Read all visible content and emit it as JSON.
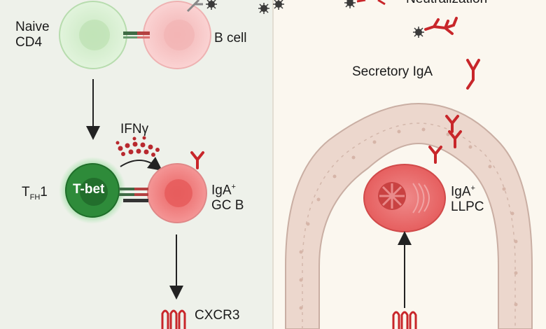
{
  "left_panel": {
    "naive_cd4": [
      "Naive",
      "CD4"
    ],
    "b_cell": "B cell",
    "ifng": "IFNγ",
    "tfh1": {
      "base": "T",
      "sub": "FH",
      "suffix": "1"
    },
    "tbet": "T-bet",
    "iga_gc_b": {
      "line1": "IgA",
      "sup": "+",
      "line2": "GC B"
    },
    "cxcr3": "CXCR3"
  },
  "right_panel": {
    "neutralization": "Neutralization",
    "secretory_iga": "Secretory IgA",
    "iga_llpc": {
      "line1": "IgA",
      "sup": "+",
      "line2": "LLPC"
    }
  },
  "colors": {
    "left_bg": "#eef1ea",
    "right_bg": "#fbf7ef",
    "naive_cell": "#d6efd0",
    "b_cell": "#f7c6c6",
    "tfh1_cell": "#2e8b3a",
    "gc_b_cell": "#ef6f6f",
    "llpc_cell": "#e56060",
    "antibody": "#c8262a",
    "epithelium": "#ecd7cd",
    "virus": "#3a3a3a"
  }
}
